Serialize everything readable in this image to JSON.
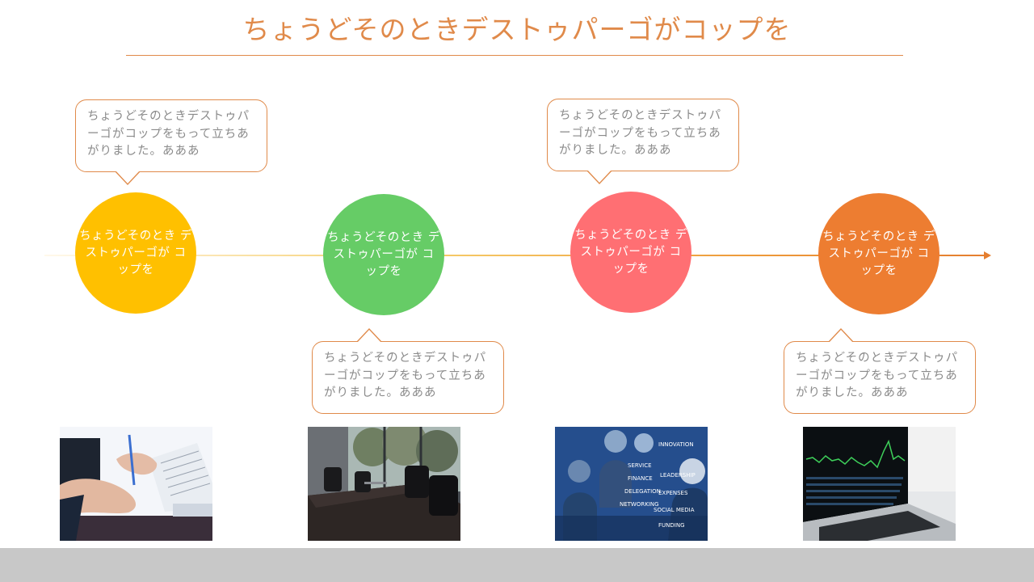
{
  "slide": {
    "title": "ちょうどそのときデストゥパーゴがコップを"
  },
  "milestones": [
    {
      "circle_label": "ちょうどそのとき デストゥパーゴが コップを",
      "circle_color": "#ffc000",
      "bubble_text": "ちょうどそのときデストゥパーゴがコップをもって立ちあがりました。あああ",
      "bubble_position": "above",
      "photo": "business-documents-photo"
    },
    {
      "circle_label": "ちょうどそのとき デストゥパーゴが コップを",
      "circle_color": "#66cc66",
      "bubble_text": "ちょうどそのときデストゥパーゴがコップをもって立ちあがりました。あああ",
      "bubble_position": "below",
      "photo": "meeting-room-photo"
    },
    {
      "circle_label": "ちょうどそのとき デストゥパーゴが コップを",
      "circle_color": "#ff6f73",
      "bubble_text": "ちょうどそのときデストゥパーゴがコップをもって立ちあがりました。あああ",
      "bubble_position": "above",
      "photo": "business-team-digital-photo"
    },
    {
      "circle_label": "ちょうどそのとき デストゥパーゴが コップを",
      "circle_color": "#ed7d31",
      "bubble_text": "ちょうどそのときデストゥパーゴがコップをもって立ちあがりました。あああ",
      "bubble_position": "below",
      "photo": "stock-chart-laptop-photo"
    }
  ],
  "photo_overlay_words": [
    "INNOVATION",
    "SERVICE",
    "FINANCE",
    "LEADERSHIP",
    "DELEGATION",
    "EXPENSES",
    "NETWORKING",
    "SOCIAL MEDIA",
    "FUNDING"
  ],
  "colors": {
    "accent": "#e08a4a",
    "footer_band": "#c8c8c8"
  }
}
